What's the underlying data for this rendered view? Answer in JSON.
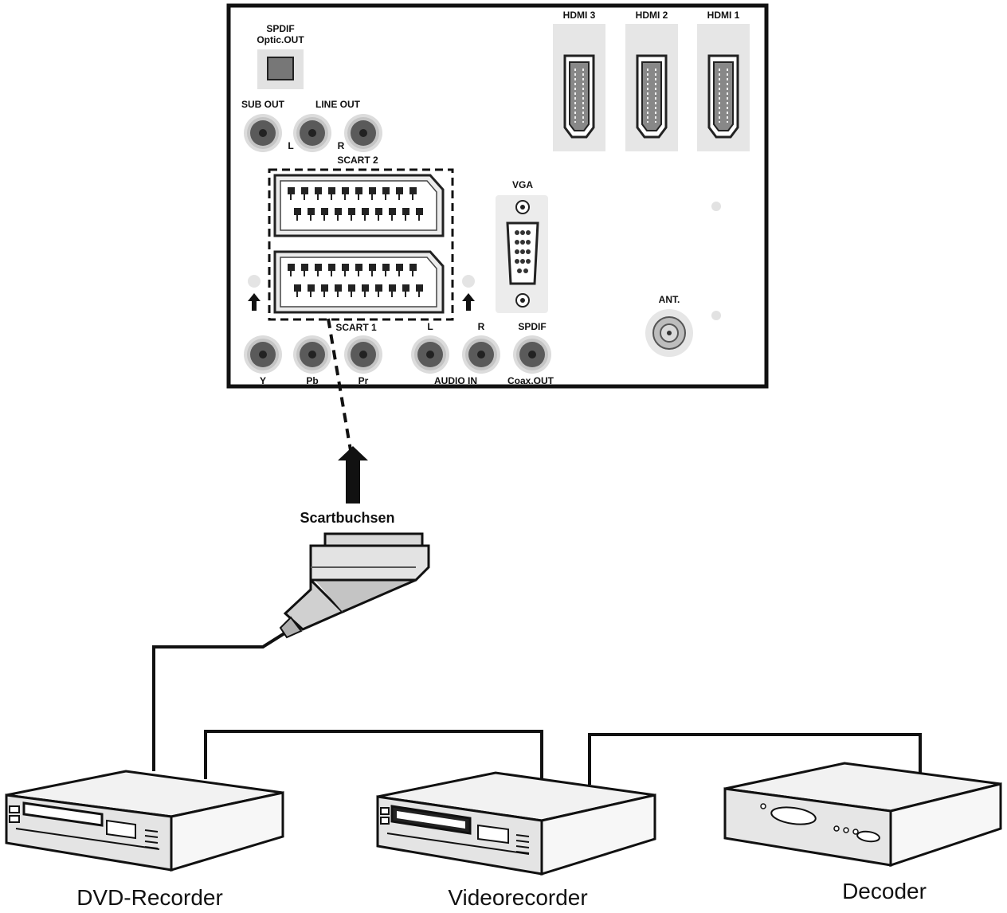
{
  "panel": {
    "spdif_optic_line1": "SPDIF",
    "spdif_optic_line2": "Optic.OUT",
    "sub_out": "SUB OUT",
    "line_out": "LINE OUT",
    "line_out_l": "L",
    "line_out_r": "R",
    "scart2": "SCART 2",
    "scart1": "SCART 1",
    "vga": "VGA",
    "ant": "ANT.",
    "hdmi3": "HDMI 3",
    "hdmi2": "HDMI 2",
    "hdmi1": "HDMI 1",
    "y": "Y",
    "pb": "Pb",
    "pr": "Pr",
    "audio_l": "L",
    "audio_r": "R",
    "audio_in": "AUDIO IN",
    "spdif_coax_line1": "SPDIF",
    "spdif_coax_line2": "Coax.OUT"
  },
  "connector_label": "Scartbuchsen",
  "devices": {
    "dvd": "DVD-Recorder",
    "video": "Videorecorder",
    "decoder": "Decoder"
  },
  "colors": {
    "outline": "#111111",
    "jack_ring": "#c9c9c9",
    "jack_core": "#5a5a5a",
    "panel_fill": "#ffffff",
    "hdmi_bg": "#e6e6e6"
  },
  "icons": [
    "scart-plug-icon",
    "up-arrow-icon",
    "dvd-recorder-icon",
    "videorecorder-icon",
    "decoder-icon"
  ]
}
